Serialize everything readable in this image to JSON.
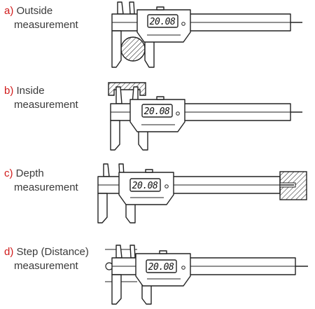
{
  "items": [
    {
      "key": "a)",
      "line1": "Outside",
      "line2": "measurement",
      "reading": "20.08"
    },
    {
      "key": "b)",
      "line1": "Inside",
      "line2": "measurement",
      "reading": "20.08"
    },
    {
      "key": "c)",
      "line1": "Depth",
      "line2": "measurement",
      "reading": "20.08"
    },
    {
      "key": "d)",
      "line1": "Step (Distance)",
      "line2": "measurement",
      "reading": "20.08"
    }
  ]
}
